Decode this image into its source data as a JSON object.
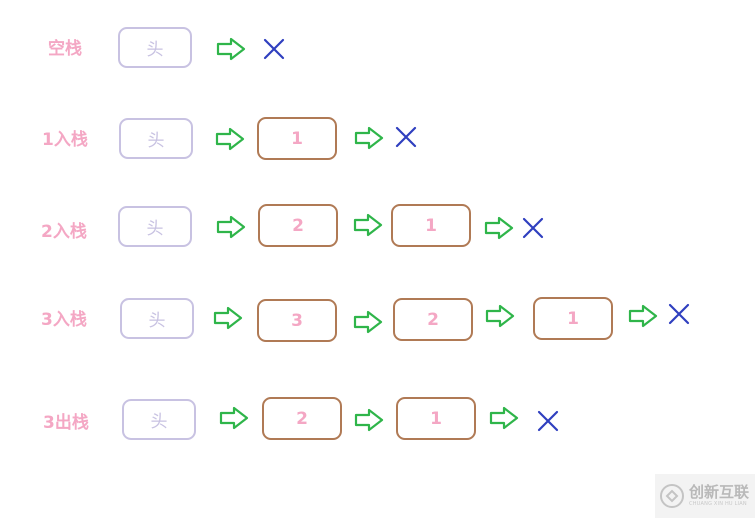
{
  "colors": {
    "label": "#f4a7c4",
    "head_border": "#c8c2e2",
    "node_border": "#b07a55",
    "node_text": "#f4a7c4",
    "arrow": "#2fb54a",
    "null_mark": "#2f3fbf"
  },
  "icons": {
    "arrow": "hollow-right-arrow-icon",
    "null": "cross-icon"
  },
  "rows": [
    {
      "label": "空栈",
      "head": "头",
      "nodes": []
    },
    {
      "label": "1入栈",
      "head": "头",
      "nodes": [
        "1"
      ]
    },
    {
      "label": "2入栈",
      "head": "头",
      "nodes": [
        "2",
        "1"
      ]
    },
    {
      "label": "3入栈",
      "head": "头",
      "nodes": [
        "3",
        "2",
        "1"
      ]
    },
    {
      "label": "3出栈",
      "head": "头",
      "nodes": [
        "2",
        "1"
      ]
    }
  ],
  "watermark": {
    "main": "创新互联",
    "sub": "CHUANG XIN HU LIAN"
  }
}
